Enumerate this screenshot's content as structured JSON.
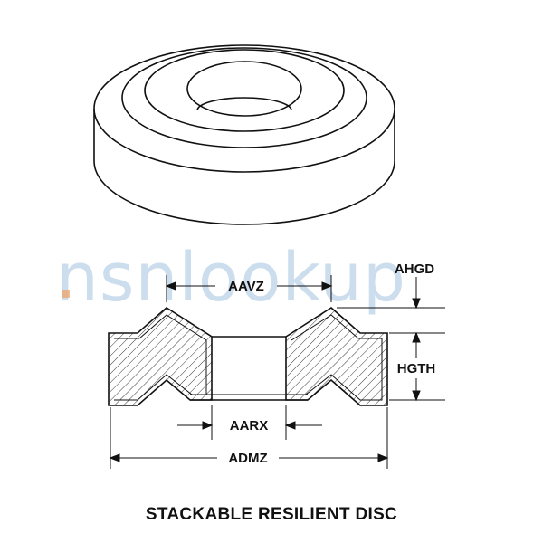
{
  "watermark": "nsnlookup",
  "caption": "STACKABLE RESILIENT DISC",
  "dimensions": {
    "aavz": "AAVZ",
    "ahgd": "AHGD",
    "hgth": "HGTH",
    "aarx": "AARX",
    "admz": "ADMZ"
  },
  "colors": {
    "line": "#111111",
    "watermark": "#8fb6d8",
    "watermark_dot": "#f0a060"
  }
}
